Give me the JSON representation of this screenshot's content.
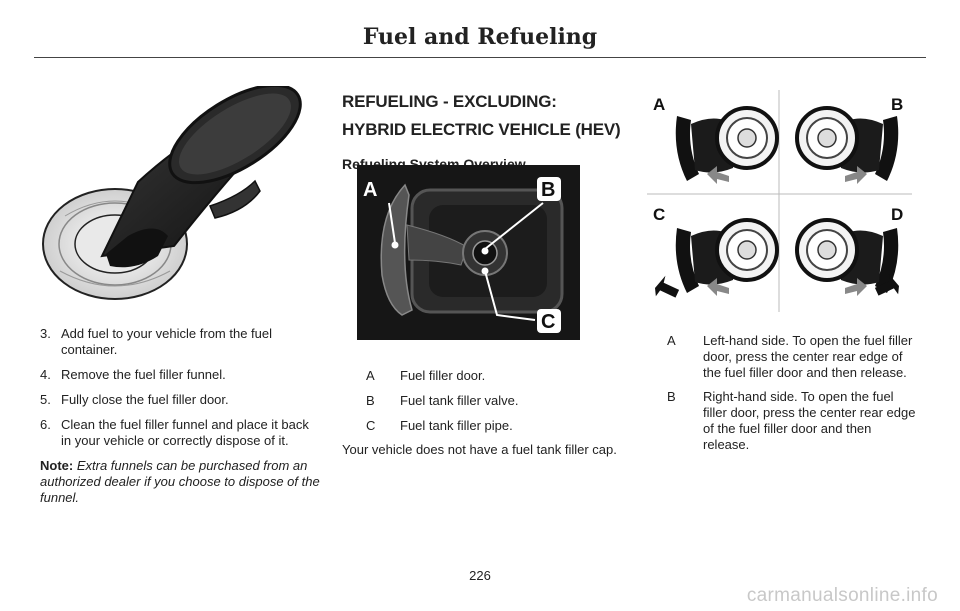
{
  "header": {
    "title": "Fuel and Refueling"
  },
  "left_column": {
    "steps": [
      {
        "number": "3.",
        "text": "Add fuel to your vehicle from the fuel container."
      },
      {
        "number": "4.",
        "text": "Remove the fuel filler funnel."
      },
      {
        "number": "5.",
        "text": "Fully close the fuel filler door."
      },
      {
        "number": "6.",
        "text": "Clean the fuel filler funnel and place it back in your vehicle or correctly dispose of it."
      }
    ],
    "note_label": "Note:",
    "note_text": "Extra funnels can be purchased from an authorized dealer if you choose to dispose of the funnel."
  },
  "middle_column": {
    "section_title": "REFUELING - EXCLUDING: HYBRID ELECTRIC VEHICLE (HEV)",
    "subsection_title": "Refueling System Overview",
    "figure_labels": [
      "A",
      "B",
      "C"
    ],
    "callouts": [
      {
        "key": "A",
        "text": "Fuel filler door."
      },
      {
        "key": "B",
        "text": "Fuel tank filler valve."
      },
      {
        "key": "C",
        "text": "Fuel tank filler pipe."
      }
    ],
    "paragraph": "Your vehicle does not have a fuel tank filler cap."
  },
  "right_column": {
    "figure_labels": [
      "A",
      "B",
      "C",
      "D"
    ],
    "callouts": [
      {
        "key": "A",
        "text": "Left-hand side. To open the fuel filler door, press the center rear edge of the fuel filler door and then release."
      },
      {
        "key": "B",
        "text": "Right-hand side. To open the fuel filler door, press the center rear edge of the fuel filler door and then release."
      }
    ]
  },
  "footer": {
    "page_number": "226",
    "watermark": "carmanualsonline.info"
  }
}
